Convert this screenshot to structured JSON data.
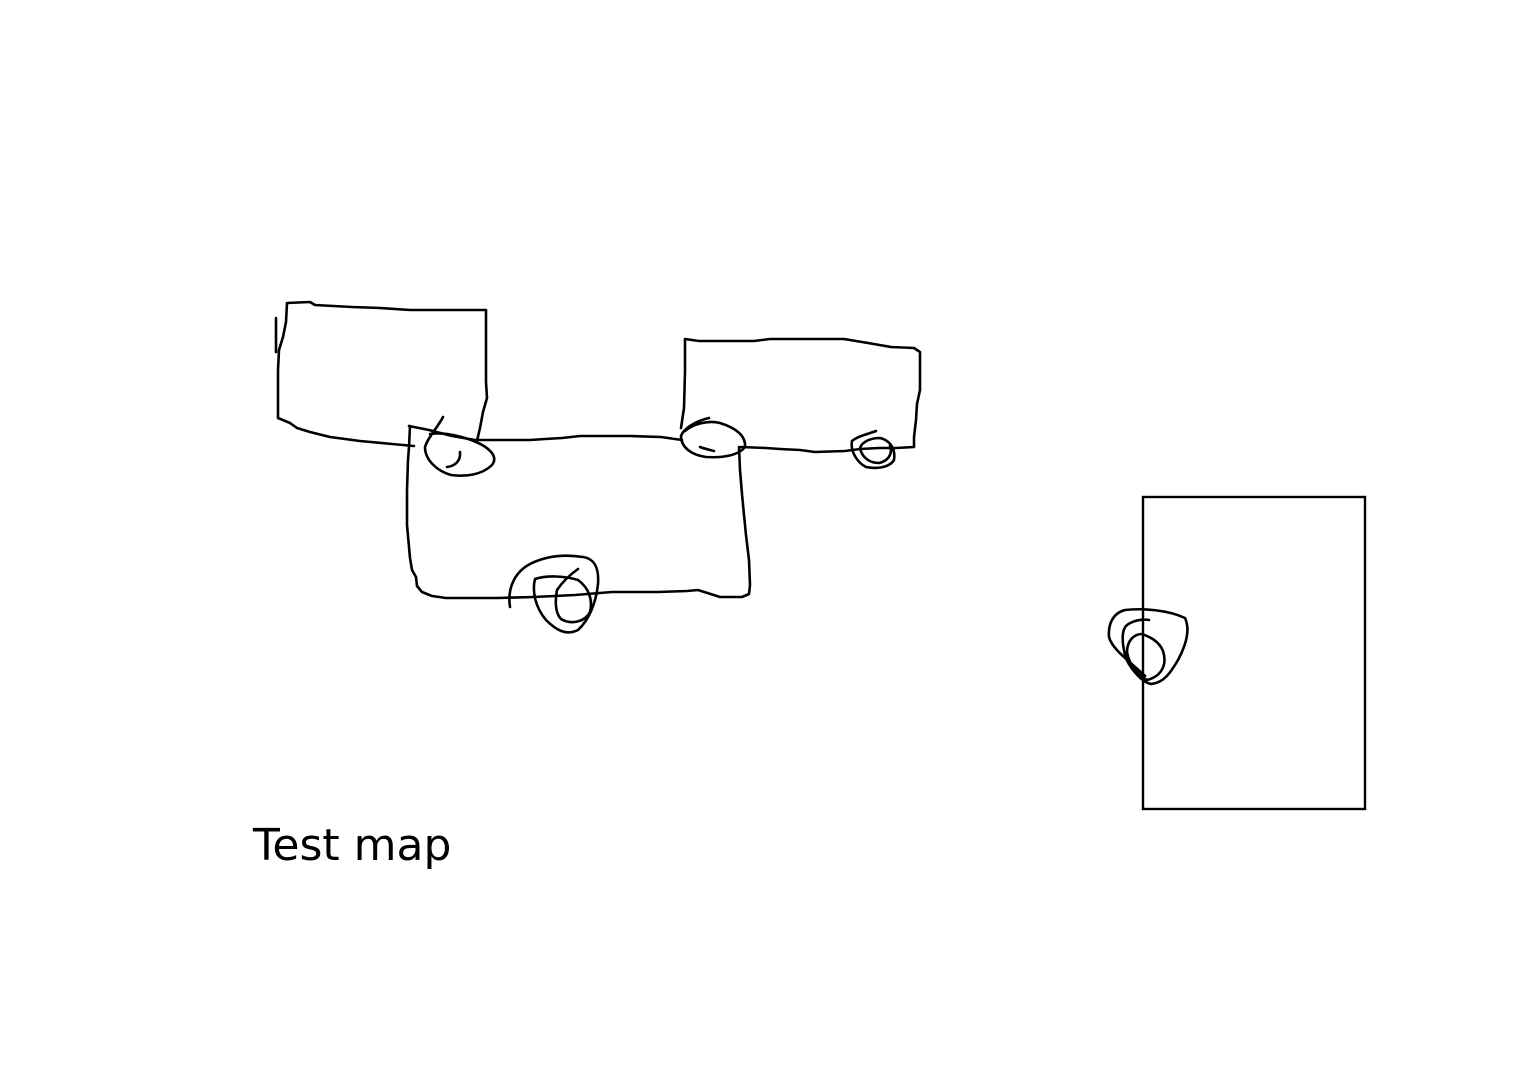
{
  "caption": "Test map",
  "colors": {
    "ink": "#000000",
    "background": "#ffffff"
  },
  "diagram": {
    "shapes": [
      "hand-drawn-rectangle",
      "hand-drawn-rectangle",
      "hand-drawn-rectangle",
      "straight-rectangle"
    ],
    "markers": [
      "camera-icon",
      "camera-icon",
      "camera-icon",
      "camera-icon",
      "camera-icon"
    ]
  }
}
